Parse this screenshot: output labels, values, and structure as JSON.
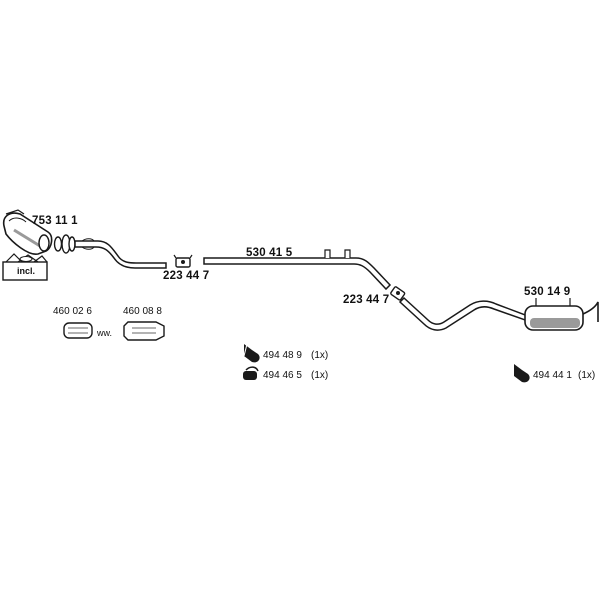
{
  "parts": {
    "catalytic": "753 11 1",
    "clamp_left": "223 44 7",
    "middle_pipe": "530 41 5",
    "clamp_mid": "223 44 7",
    "rear_muffler": "530 14 9"
  },
  "incl_label": "incl.",
  "flex_pipes": {
    "a": "460 02 6",
    "or_label": "ww.",
    "b": "460 08 8"
  },
  "mounting": [
    {
      "code": "494 48 9",
      "qty": "(1x)"
    },
    {
      "code": "494 46 5",
      "qty": "(1x)"
    },
    {
      "code": "494 44 1",
      "qty": "(1x)"
    }
  ],
  "icons": {
    "hanger": "rubber-hanger-icon",
    "mount": "rubber-mount-icon",
    "clamp": "pipe-clamp-icon",
    "flex": "flex-pipe-icon",
    "kit": "gasket-kit-icon"
  },
  "colors": {
    "line": "#1a1a1a",
    "fill": "#ffffff",
    "shade": "#9a9a9a"
  }
}
